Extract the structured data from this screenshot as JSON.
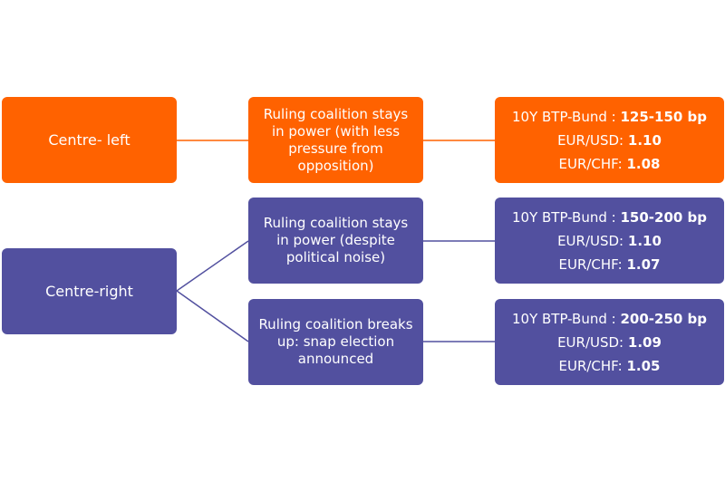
{
  "colors": {
    "orange": "#ff6200",
    "purple": "#52509f",
    "connector": "#52509f"
  },
  "scenarios": [
    {
      "root": "Centre- left",
      "outcome": "Ruling coalition stays in power (with less pressure from opposition)",
      "bund_label": "10Y BTP-Bund : ",
      "bund_value": "125-150 bp",
      "eurusd_label": "EUR/USD: ",
      "eurusd_value": "1.10",
      "eurchf_label": "EUR/CHF: ",
      "eurchf_value": "1.08"
    },
    {
      "root": "Centre-right",
      "outcome": "Ruling coalition stays in power (despite political noise)",
      "bund_label": "10Y BTP-Bund : ",
      "bund_value": "150-200 bp",
      "eurusd_label": "EUR/USD: ",
      "eurusd_value": "1.10",
      "eurchf_label": "EUR/CHF: ",
      "eurchf_value": "1.07"
    },
    {
      "outcome": "Ruling coalition breaks up: snap election announced",
      "bund_label": "10Y BTP-Bund : ",
      "bund_value": "200-250 bp",
      "eurusd_label": "EUR/USD: ",
      "eurusd_value": "1.09",
      "eurchf_label": "EUR/CHF: ",
      "eurchf_value": "1.05"
    }
  ]
}
